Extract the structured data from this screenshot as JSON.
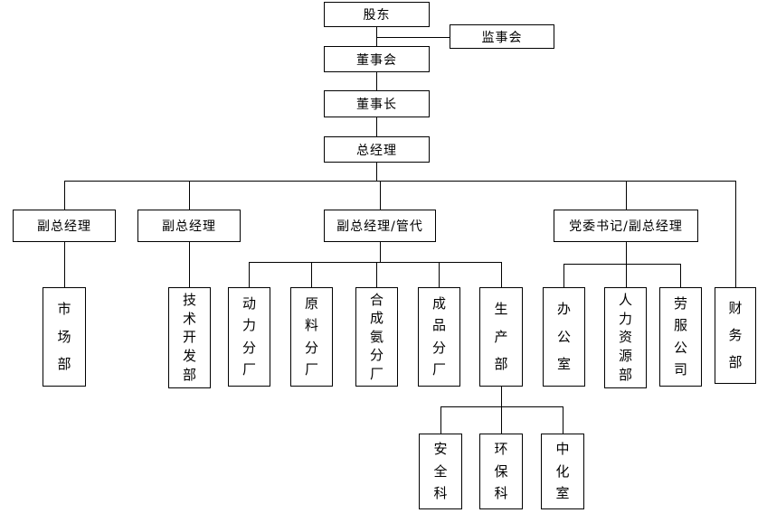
{
  "org_chart": {
    "type": "org-tree",
    "title": "",
    "colors": {
      "background": "#ffffff",
      "line": "#000000",
      "box_border": "#000000",
      "text": "#000000"
    },
    "nodes": {
      "shareholders": "股东",
      "supervisory_board": "监事会",
      "board_of_directors": "董事会",
      "chairman": "董事长",
      "general_manager": "总经理",
      "deputy_gm_1": "副总经理",
      "deputy_gm_2": "副总经理",
      "deputy_gm_mgmt_rep": "副总经理/管代",
      "party_secretary_deputy_gm": "党委书记/副总经理",
      "marketing_dept": "市场部",
      "tech_dev_dept": "技术开发部",
      "power_branch": "动力分厂",
      "raw_material_branch": "原料分厂",
      "ammonia_branch": "合成氨分厂",
      "finished_goods_branch": "成品分厂",
      "production_dept": "生产部",
      "office": "办公室",
      "hr_dept": "人力资源部",
      "labor_service_company": "劳服公司",
      "finance_dept": "财务部",
      "safety_section": "安全科",
      "env_protection_section": "环保科",
      "central_chem_lab": "中化室"
    },
    "structure": {
      "root": "shareholders",
      "edges": [
        [
          "shareholders",
          "supervisory_board"
        ],
        [
          "shareholders",
          "board_of_directors"
        ],
        [
          "board_of_directors",
          "chairman"
        ],
        [
          "chairman",
          "general_manager"
        ],
        [
          "general_manager",
          "deputy_gm_1"
        ],
        [
          "general_manager",
          "deputy_gm_2"
        ],
        [
          "general_manager",
          "deputy_gm_mgmt_rep"
        ],
        [
          "general_manager",
          "party_secretary_deputy_gm"
        ],
        [
          "general_manager",
          "finance_dept"
        ],
        [
          "deputy_gm_1",
          "marketing_dept"
        ],
        [
          "deputy_gm_2",
          "tech_dev_dept"
        ],
        [
          "deputy_gm_mgmt_rep",
          "power_branch"
        ],
        [
          "deputy_gm_mgmt_rep",
          "raw_material_branch"
        ],
        [
          "deputy_gm_mgmt_rep",
          "ammonia_branch"
        ],
        [
          "deputy_gm_mgmt_rep",
          "finished_goods_branch"
        ],
        [
          "deputy_gm_mgmt_rep",
          "production_dept"
        ],
        [
          "party_secretary_deputy_gm",
          "office"
        ],
        [
          "party_secretary_deputy_gm",
          "hr_dept"
        ],
        [
          "party_secretary_deputy_gm",
          "labor_service_company"
        ],
        [
          "production_dept",
          "safety_section"
        ],
        [
          "production_dept",
          "env_protection_section"
        ],
        [
          "production_dept",
          "central_chem_lab"
        ]
      ]
    }
  }
}
